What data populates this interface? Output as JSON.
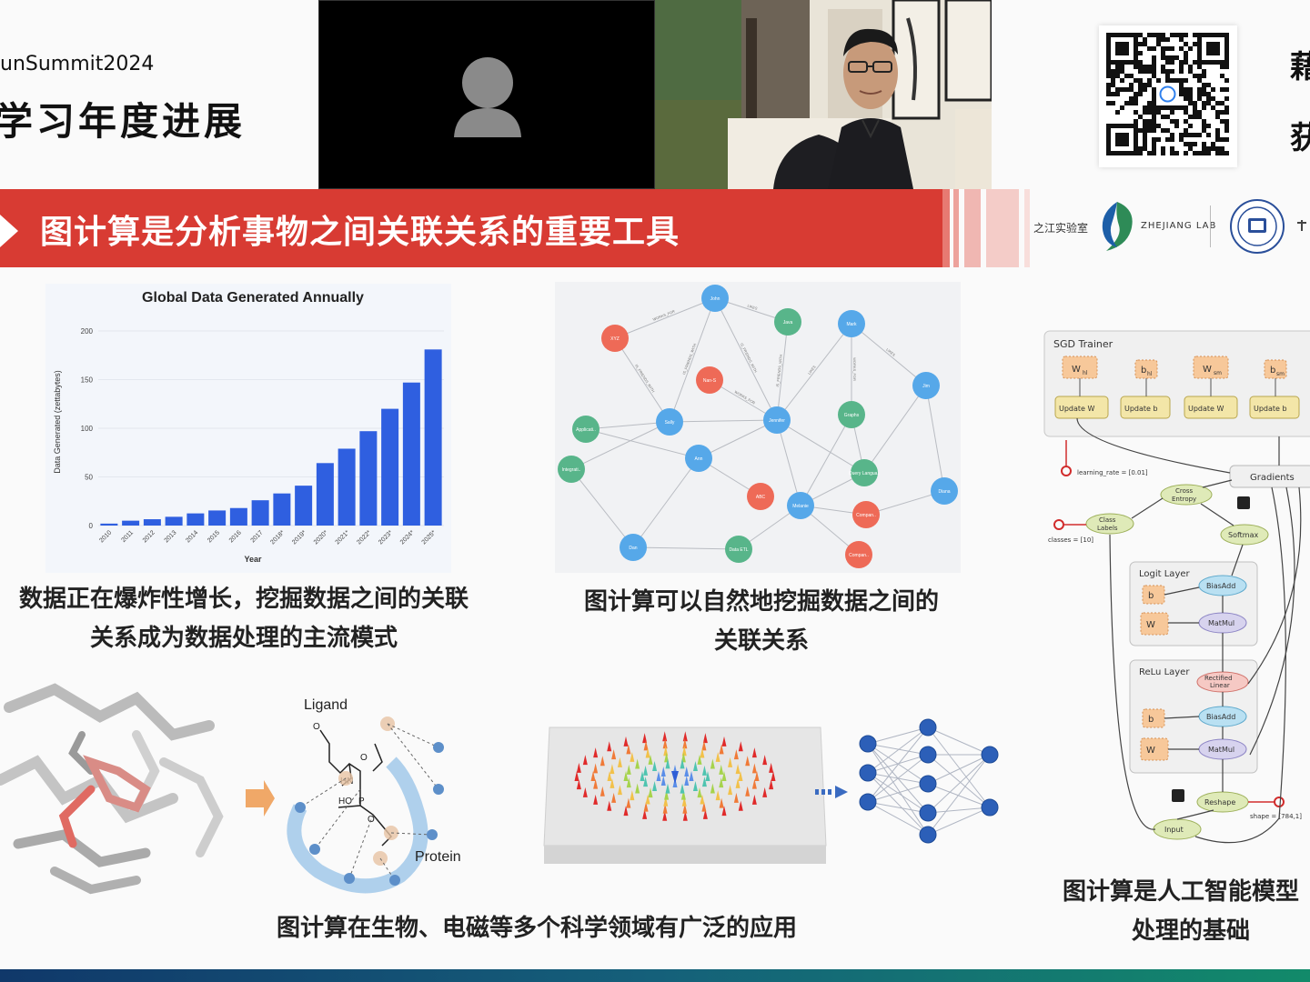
{
  "header": {
    "summit_label": "unSummit2024",
    "talk_title": "学习年度进展"
  },
  "video": {
    "tile1_label": "participant-no-video",
    "tile2_label": "speaker-live"
  },
  "side": {
    "glyph_top": "藉",
    "glyph_bottom": "获"
  },
  "banner": {
    "title": "图计算是分析事物之间关联关系的重要工具"
  },
  "logos": {
    "zj_cn": "之江实验室",
    "zj_en": "ZHEJIANG LAB"
  },
  "chart_data": {
    "type": "bar",
    "title": "Global Data Generated Annually",
    "xlabel": "Year",
    "ylabel": "Data Generated (zettabytes)",
    "ylim": [
      0,
      200
    ],
    "yticks": [
      0,
      50,
      100,
      150,
      200
    ],
    "categories": [
      "2010",
      "2011",
      "2012",
      "2013",
      "2014",
      "2015",
      "2016",
      "2017",
      "2018*",
      "2019*",
      "2020*",
      "2021*",
      "2022*",
      "2023*",
      "2024*",
      "2025*"
    ],
    "values": [
      2,
      5,
      6.5,
      9,
      12.5,
      15.5,
      18,
      26,
      33,
      41,
      64.2,
      79,
      97,
      120,
      147,
      181
    ],
    "color": "#2f5fe0"
  },
  "captions": {
    "chart": [
      "数据正在爆炸性增长，挖掘数据之间的关联",
      "关系成为数据处理的主流模式"
    ],
    "graph": [
      "图计算可以自然地挖掘数据之间的",
      "关联关系"
    ],
    "science": "图计算在生物、电磁等多个科学领域有广泛的应用",
    "ai": [
      "图计算是人工智能模型",
      "处理的基础"
    ]
  },
  "graph": {
    "nodes": [
      "John",
      "Java",
      "Mark",
      "XYZ",
      "Nan-S",
      "Jennifer",
      "Graphs",
      "Sally",
      "Applicati..",
      "Ann",
      "Jim",
      "Query Langua..",
      "Integrati..",
      "ABC",
      "Melanie",
      "Diana",
      "Compan..",
      "Dan",
      "Data ETL",
      "Compan.."
    ],
    "edge_labels": [
      "WORKS_FOR",
      "LIKES",
      "IS_FRIENDS_WITH",
      "IS_FRIENDS_WITH",
      "IS_FRIENDS_WITH",
      "LIKES",
      "WORKS_FOR",
      "LIKES",
      "IS_FRIENDS_WITH",
      "WORKS_FOR"
    ]
  },
  "molecule": {
    "ligand_label": "Ligand",
    "protein_label": "Protein",
    "atoms": [
      "O",
      "O",
      "HN",
      "HO",
      "P",
      "O"
    ]
  },
  "nn_diagram": {
    "sgd_title": "SGD Trainer",
    "params": [
      "W",
      "b",
      "W",
      "b"
    ],
    "param_subs": [
      "hl",
      "hl",
      "sm",
      "sm"
    ],
    "updates": [
      "Update W",
      "Update b",
      "Update W",
      "Update b"
    ],
    "learning_rate": "learning_rate = [0.01]",
    "gradients": "Gradients",
    "cross_entropy": [
      "Cross",
      "Entropy"
    ],
    "class_labels": [
      "Class",
      "Labels"
    ],
    "classes": "classes = [10]",
    "softmax": "Softmax",
    "logit_layer": "Logit Layer",
    "relu_layer": "ReLu Layer",
    "bias_add": "BiasAdd",
    "matmul": "MatMul",
    "rectified": [
      "Rectified",
      "Linear"
    ],
    "reshape": "Reshape",
    "input": "Input",
    "shape": "shape = [784,1]"
  }
}
